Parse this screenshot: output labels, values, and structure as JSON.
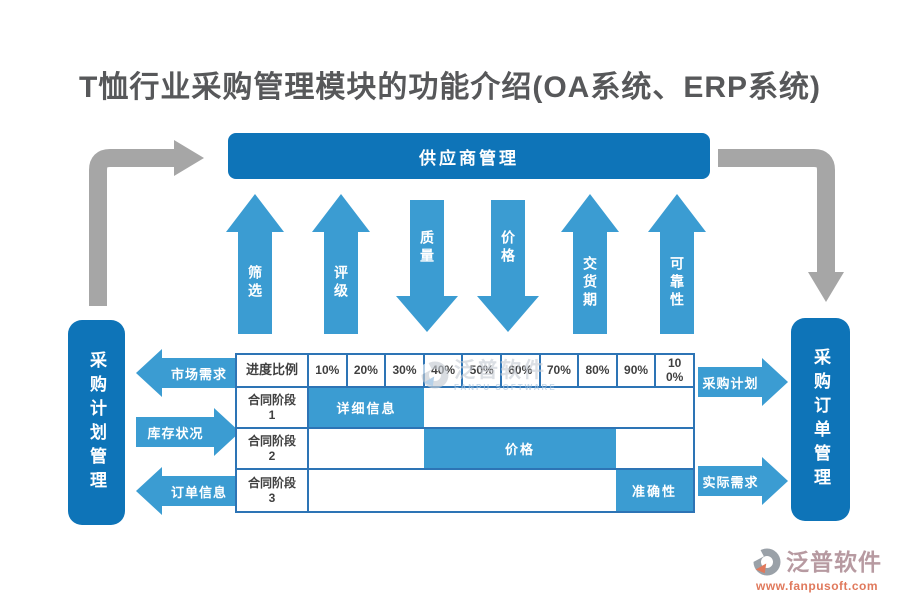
{
  "title": "T恤行业采购管理模块的功能介绍(OA系统、ERP系统)",
  "colors": {
    "panel_blue": "#0e74b8",
    "arrow_blue": "#3b9cd2",
    "table_border_blue": "#2d74b5",
    "title_gray": "#57585a",
    "elbow_gray": "#a6a6a6",
    "logo_salmon": "#e0795c"
  },
  "top_bar": {
    "label": "供应商管理"
  },
  "flow_arrows": [
    {
      "label": "筛选",
      "direction": "up"
    },
    {
      "label": "评级",
      "direction": "up"
    },
    {
      "label": "质量",
      "direction": "down"
    },
    {
      "label": "价格",
      "direction": "down"
    },
    {
      "label": "交货期",
      "direction": "up"
    },
    {
      "label": "可靠性",
      "direction": "up"
    }
  ],
  "left_panel": {
    "label": "采购计划管理"
  },
  "right_panel": {
    "label": "采购订单管理"
  },
  "left_arrows": [
    {
      "label": "市场需求",
      "direction": "left"
    },
    {
      "label": "库存状况",
      "direction": "right"
    },
    {
      "label": "订单信息",
      "direction": "left"
    }
  ],
  "right_arrows": [
    {
      "label": "采购计划",
      "direction": "right"
    },
    {
      "label": "实际需求",
      "direction": "right"
    }
  ],
  "table": {
    "header": [
      "进度比例",
      "10%",
      "20%",
      "30%",
      "40%",
      "50%",
      "60%",
      "70%",
      "80%",
      "90%",
      "100%"
    ],
    "rows": [
      {
        "label": "合同阶段1",
        "bar": {
          "label": "详细信息",
          "from": "10%",
          "to": "30%"
        }
      },
      {
        "label": "合同阶段2",
        "bar": {
          "label": "价格",
          "from": "40%",
          "to": "80%"
        }
      },
      {
        "label": "合同阶段3",
        "bar": {
          "label": "准确性",
          "from": "90%",
          "to": "100%"
        }
      }
    ]
  },
  "watermark": {
    "name": "泛普软件",
    "subtitle": "FANPU SOFTWARE"
  },
  "logo": {
    "name": "泛普软件",
    "url": "www.fanpusoft.com"
  }
}
